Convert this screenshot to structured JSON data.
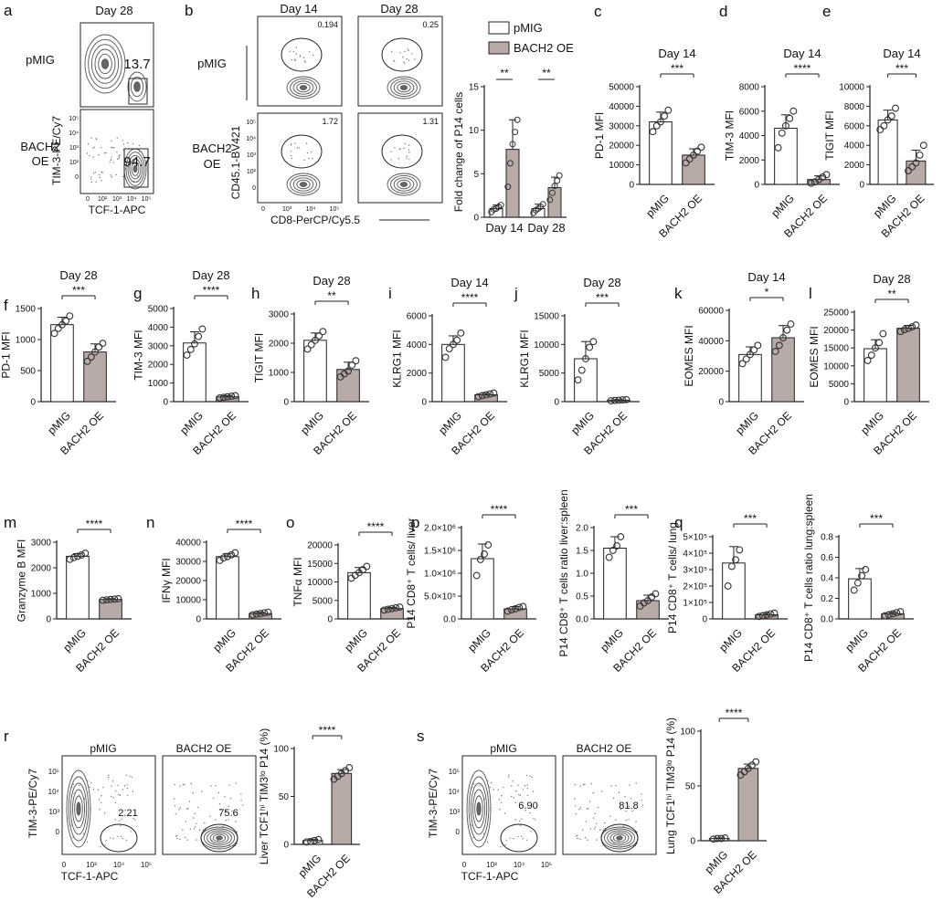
{
  "colors": {
    "pmig_fill": "#ffffff",
    "bach2_fill": "#b8aaa6",
    "axis": "#222222",
    "point_stroke": "#333333",
    "contour": "#555555"
  },
  "legend": {
    "items": [
      "pMIG",
      "BACH2 OE"
    ]
  },
  "flow": [
    {
      "panel": "a",
      "title": "Day 28",
      "rows": [
        "pMIG",
        "BACH2 OE"
      ],
      "ylabel": "TIM-3-PE/Cy7",
      "xlabel": "TCF-1-APC",
      "y_ticks": [
        "10⁵",
        "10⁴",
        "10³",
        "10²",
        "0"
      ],
      "x_ticks": [
        "0",
        "10²",
        "10³",
        "10⁴",
        "10⁵"
      ],
      "gate_values": [
        "13.7",
        "94.7"
      ]
    },
    {
      "panel": "b",
      "titles": [
        "Day 14",
        "Day 28"
      ],
      "rows": [
        "pMIG",
        "BACH2 OE"
      ],
      "ylabel": "CD45.1-BV421",
      "xlabel": "CD8-PerCP/Cy5.5",
      "y_ticks": [
        "10⁵",
        "10⁴",
        "10³",
        "10²",
        "0"
      ],
      "x_ticks": [
        "0",
        "10³",
        "10⁴",
        "10⁵"
      ],
      "gate_values": [
        "0.194",
        "0.25",
        "1.72",
        "1.31"
      ]
    },
    {
      "panel": "r",
      "headers": [
        "pMIG",
        "BACH2 OE"
      ],
      "ylabel": "TIM-3-PE/Cy7",
      "xlabel": "TCF-1-APC",
      "y_ticks": [
        "10⁵",
        "10⁴",
        "10³",
        "0"
      ],
      "x_ticks": [
        "0",
        "10³",
        "10⁴",
        "10⁵"
      ],
      "gate_values": [
        "2.21",
        "75.6"
      ]
    },
    {
      "panel": "s",
      "headers": [
        "pMIG",
        "BACH2 OE"
      ],
      "ylabel": "TIM-3-PE/Cy7",
      "xlabel": "TCF-1-APC",
      "y_ticks": [
        "10⁵",
        "10⁴",
        "10³",
        "0"
      ],
      "x_ticks": [
        "0",
        "10³",
        "10⁴",
        "10⁵"
      ],
      "gate_values": [
        "6.90",
        "81.8"
      ]
    }
  ],
  "chart_data": [
    {
      "panel": "b",
      "type": "bar",
      "categories": [
        "pMIG",
        "BACH2 OE"
      ],
      "groups": [
        "Day 14",
        "Day 28"
      ],
      "title": "",
      "ylabel": "Fold change of P14 cells",
      "ylim": [
        0,
        15
      ],
      "yticks": [
        0,
        5,
        10,
        15
      ],
      "ytick_labels": [
        "0",
        "5",
        "10",
        "15"
      ],
      "series": [
        {
          "name": "pMIG",
          "values": [
            1.0,
            1.0
          ],
          "sd": [
            0.4,
            0.5
          ],
          "points": [
            [
              0.6,
              0.9,
              1.0,
              1.2,
              1.4
            ],
            [
              0.5,
              0.8,
              1.0,
              1.2,
              1.5
            ]
          ]
        },
        {
          "name": "BACH2 OE",
          "values": [
            7.8,
            3.4
          ],
          "sd": [
            3.4,
            1.2
          ],
          "points": [
            [
              3.5,
              6.2,
              8.4,
              9.8,
              11.2
            ],
            [
              2.0,
              2.8,
              3.6,
              4.2,
              4.8
            ]
          ]
        }
      ],
      "significance": [
        "**",
        "**"
      ]
    },
    {
      "panel": "c",
      "type": "bar",
      "title": "Day 14",
      "ylabel": "PD-1 MFI",
      "categories": [
        "pMIG",
        "BACH2 OE"
      ],
      "values": [
        32000,
        15000
      ],
      "sd": [
        5000,
        3200
      ],
      "ylim": [
        0,
        50000
      ],
      "yticks": [
        0,
        10000,
        20000,
        30000,
        40000,
        50000
      ],
      "ytick_labels": [
        "0",
        "10000",
        "20000",
        "30000",
        "40000",
        "50000"
      ],
      "points": [
        [
          27000,
          30000,
          32000,
          35000,
          38000
        ],
        [
          11000,
          13000,
          15000,
          17000,
          19000
        ]
      ],
      "significance": "***"
    },
    {
      "panel": "d",
      "type": "bar",
      "title": "Day 14",
      "ylabel": "TIM-3 MFI",
      "categories": [
        "pMIG",
        "BACH2 OE"
      ],
      "values": [
        4600,
        400
      ],
      "sd": [
        1100,
        300
      ],
      "ylim": [
        0,
        8000
      ],
      "yticks": [
        0,
        2000,
        4000,
        6000,
        8000
      ],
      "ytick_labels": [
        "0",
        "2000",
        "4000",
        "6000",
        "8000"
      ],
      "points": [
        [
          3000,
          4200,
          4800,
          5400,
          6000
        ],
        [
          100,
          200,
          400,
          600,
          800
        ]
      ],
      "significance": "****"
    },
    {
      "panel": "e",
      "type": "bar",
      "title": "Day 14",
      "ylabel": "TIGIT MFI",
      "categories": [
        "pMIG",
        "BACH2 OE"
      ],
      "values": [
        6600,
        2400
      ],
      "sd": [
        1000,
        1100
      ],
      "ylim": [
        0,
        10000
      ],
      "yticks": [
        0,
        2000,
        4000,
        6000,
        8000,
        10000
      ],
      "ytick_labels": [
        "0",
        "2000",
        "4000",
        "6000",
        "8000",
        "10000"
      ],
      "points": [
        [
          5600,
          6000,
          6600,
          7000,
          7800
        ],
        [
          1400,
          1800,
          2200,
          3000,
          4000
        ]
      ],
      "significance": "***"
    },
    {
      "panel": "f",
      "type": "bar",
      "title": "Day 28",
      "ylabel": "PD-1 MFI",
      "categories": [
        "pMIG",
        "BACH2 OE"
      ],
      "values": [
        1240,
        800
      ],
      "sd": [
        120,
        130
      ],
      "ylim": [
        0,
        1500
      ],
      "yticks": [
        0,
        500,
        1000,
        1500
      ],
      "ytick_labels": [
        "0",
        "500",
        "1000",
        "1500"
      ],
      "points": [
        [
          1100,
          1180,
          1240,
          1300,
          1380
        ],
        [
          650,
          720,
          800,
          880,
          940
        ]
      ],
      "significance": "***"
    },
    {
      "panel": "g",
      "type": "bar",
      "title": "Day 28",
      "ylabel": "TIM-3 MFI",
      "categories": [
        "pMIG",
        "BACH2 OE"
      ],
      "values": [
        3150,
        260
      ],
      "sd": [
        600,
        60
      ],
      "ylim": [
        0,
        5000
      ],
      "yticks": [
        0,
        1000,
        2000,
        3000,
        4000,
        5000
      ],
      "ytick_labels": [
        "0",
        "1000",
        "2000",
        "3000",
        "4000",
        "5000"
      ],
      "points": [
        [
          2500,
          2800,
          3100,
          3500,
          3900
        ],
        [
          200,
          230,
          260,
          290,
          320
        ]
      ],
      "significance": "****"
    },
    {
      "panel": "h",
      "type": "bar",
      "title": "Day 28",
      "ylabel": "TIGIT MFI",
      "categories": [
        "pMIG",
        "BACH2 OE"
      ],
      "values": [
        2100,
        1100
      ],
      "sd": [
        250,
        250
      ],
      "ylim": [
        0,
        3000
      ],
      "yticks": [
        0,
        1000,
        2000,
        3000
      ],
      "ytick_labels": [
        "0",
        "1000",
        "2000",
        "3000"
      ],
      "points": [
        [
          1800,
          1950,
          2100,
          2250,
          2400
        ],
        [
          850,
          950,
          1050,
          1250,
          1400
        ]
      ],
      "significance": "**"
    },
    {
      "panel": "i",
      "type": "bar",
      "title": "Day 14",
      "ylabel": "KLRG1 MFI",
      "categories": [
        "pMIG",
        "BACH2 OE"
      ],
      "values": [
        4000,
        480
      ],
      "sd": [
        600,
        100
      ],
      "ylim": [
        0,
        6000
      ],
      "yticks": [
        0,
        2000,
        4000,
        6000
      ],
      "ytick_labels": [
        "0",
        "2000",
        "4000",
        "6000"
      ],
      "points": [
        [
          3100,
          3700,
          4000,
          4300,
          4800
        ],
        [
          350,
          420,
          480,
          540,
          600
        ]
      ],
      "significance": "****"
    },
    {
      "panel": "j",
      "type": "bar",
      "title": "Day 28",
      "ylabel": "KLRG1 MFI",
      "categories": [
        "pMIG",
        "BACH2 OE"
      ],
      "values": [
        7500,
        250
      ],
      "sd": [
        3000,
        100
      ],
      "ylim": [
        0,
        15000
      ],
      "yticks": [
        0,
        5000,
        10000,
        15000
      ],
      "ytick_labels": [
        "0",
        "5000",
        "10000",
        "15000"
      ],
      "points": [
        [
          3800,
          5500,
          7500,
          9500,
          10500
        ],
        [
          150,
          200,
          250,
          300,
          350
        ]
      ],
      "significance": "***"
    },
    {
      "panel": "k",
      "type": "bar",
      "title": "Day 14",
      "ylabel": "EOMES MFI",
      "categories": [
        "pMIG",
        "BACH2 OE"
      ],
      "values": [
        31000,
        42000
      ],
      "sd": [
        5000,
        8000
      ],
      "ylim": [
        0,
        60000
      ],
      "yticks": [
        0,
        20000,
        40000,
        60000
      ],
      "ytick_labels": [
        "0",
        "20000",
        "40000",
        "60000"
      ],
      "points": [
        [
          25000,
          28000,
          31000,
          34000,
          37000
        ],
        [
          33000,
          37000,
          42000,
          47000,
          51000
        ]
      ],
      "significance": "*"
    },
    {
      "panel": "l",
      "type": "bar",
      "title": "Day 28",
      "ylabel": "EOMES MFI",
      "categories": [
        "pMIG",
        "BACH2 OE"
      ],
      "values": [
        14800,
        20500
      ],
      "sd": [
        2500,
        800
      ],
      "ylim": [
        0,
        25000
      ],
      "yticks": [
        0,
        5000,
        10000,
        15000,
        20000,
        25000
      ],
      "ytick_labels": [
        "0",
        "5000",
        "10000",
        "15000",
        "20000",
        "25000"
      ],
      "points": [
        [
          11500,
          13000,
          15000,
          16500,
          19000
        ],
        [
          19600,
          20100,
          20500,
          20900,
          21400
        ]
      ],
      "significance": "**"
    },
    {
      "panel": "m",
      "type": "bar",
      "title": "",
      "ylabel": "Granzyme B MFI",
      "categories": [
        "pMIG",
        "BACH2 OE"
      ],
      "values": [
        2450,
        760
      ],
      "sd": [
        100,
        30
      ],
      "ylim": [
        0,
        3000
      ],
      "yticks": [
        0,
        1000,
        2000,
        3000
      ],
      "ytick_labels": [
        "0",
        "1000",
        "2000",
        "3000"
      ],
      "points": [
        [
          2330,
          2400,
          2450,
          2500,
          2570
        ],
        [
          730,
          745,
          760,
          775,
          790
        ]
      ],
      "significance": "****"
    },
    {
      "panel": "n",
      "type": "bar",
      "title": "",
      "ylabel": "IFNγ MFI",
      "categories": [
        "pMIG",
        "BACH2 OE"
      ],
      "values": [
        32500,
        2800
      ],
      "sd": [
        1600,
        600
      ],
      "ylim": [
        0,
        40000
      ],
      "yticks": [
        0,
        10000,
        20000,
        30000,
        40000
      ],
      "ytick_labels": [
        "0",
        "10000",
        "20000",
        "30000",
        "40000"
      ],
      "points": [
        [
          30500,
          31800,
          32500,
          33400,
          34500
        ],
        [
          2100,
          2500,
          2800,
          3200,
          3500
        ]
      ],
      "significance": "****"
    },
    {
      "panel": "o",
      "type": "bar",
      "title": "",
      "ylabel": "TNFα MFI",
      "categories": [
        "pMIG",
        "BACH2 OE"
      ],
      "values": [
        12500,
        2800
      ],
      "sd": [
        1400,
        300
      ],
      "ylim": [
        0,
        20000
      ],
      "yticks": [
        0,
        5000,
        10000,
        15000,
        20000
      ],
      "ytick_labels": [
        "0",
        "5000",
        "10000",
        "15000",
        "20000"
      ],
      "points": [
        [
          11000,
          11800,
          12500,
          13300,
          14200
        ],
        [
          2400,
          2600,
          2800,
          3000,
          3200
        ]
      ],
      "significance": "****"
    },
    {
      "panel": "p",
      "type": "bar",
      "title": "",
      "ylabel": "P14 CD8⁺ T cells/ liver",
      "categories": [
        "pMIG",
        "BACH2 OE"
      ],
      "values": [
        1320000,
        220000
      ],
      "sd": [
        320000,
        50000
      ],
      "ylim": [
        0,
        2000000
      ],
      "yticks": [
        0,
        500000,
        1000000,
        1500000,
        2000000
      ],
      "ytick_labels": [
        "0.0",
        "5.0×10⁵",
        "1.0×10⁶",
        "1.5×10⁶",
        "2.0×10⁶"
      ],
      "points": [
        [
          950000,
          1300000,
          1420000,
          1620000
        ],
        [
          170000,
          200000,
          220000,
          250000,
          270000
        ]
      ],
      "significance": "****"
    },
    {
      "panel": "p2",
      "type": "bar",
      "title": "",
      "ylabel": "P14 CD8⁺ T cells ratio liver:spleen",
      "categories": [
        "pMIG",
        "BACH2 OE"
      ],
      "values": [
        1.55,
        0.4
      ],
      "sd": [
        0.25,
        0.12
      ],
      "ylim": [
        0,
        2.0
      ],
      "yticks": [
        0,
        0.5,
        1.0,
        1.5,
        2.0
      ],
      "ytick_labels": [
        "0.0",
        "0.5",
        "1.0",
        "1.5",
        "2.0"
      ],
      "points": [
        [
          1.35,
          1.5,
          1.6,
          1.8
        ],
        [
          0.28,
          0.35,
          0.4,
          0.48,
          0.55
        ]
      ],
      "significance": "***"
    },
    {
      "panel": "q",
      "type": "bar",
      "title": "",
      "ylabel": "P14 CD8⁺ T cells/ lung",
      "categories": [
        "pMIG",
        "BACH2 OE"
      ],
      "values": [
        340000,
        25000
      ],
      "sd": [
        100000,
        10000
      ],
      "ylim": [
        0,
        500000
      ],
      "yticks": [
        0,
        100000,
        200000,
        300000,
        400000,
        500000
      ],
      "ytick_labels": [
        "0",
        "1×10⁵",
        "2×10⁵",
        "3×10⁵",
        "4×10⁵",
        "5×10⁵"
      ],
      "points": [
        [
          200000,
          320000,
          360000,
          420000
        ],
        [
          15000,
          20000,
          25000,
          30000,
          35000
        ]
      ],
      "significance": "***"
    },
    {
      "panel": "q2",
      "type": "bar",
      "title": "",
      "ylabel": "P14 CD8⁺ T cells ratio lung:spleen",
      "categories": [
        "pMIG",
        "BACH2 OE"
      ],
      "values": [
        0.39,
        0.05
      ],
      "sd": [
        0.1,
        0.015
      ],
      "ylim": [
        0,
        0.8
      ],
      "yticks": [
        0,
        0.2,
        0.4,
        0.6,
        0.8
      ],
      "ytick_labels": [
        "0.0",
        "0.2",
        "0.4",
        "0.6",
        "0.8"
      ],
      "points": [
        [
          0.28,
          0.35,
          0.42,
          0.48
        ],
        [
          0.03,
          0.04,
          0.05,
          0.06,
          0.07
        ]
      ],
      "significance": "***"
    },
    {
      "panel": "r",
      "type": "bar",
      "title": "",
      "ylabel": "Liver TCF1ʰⁱ TIM3ˡᵒ P14 (%)",
      "categories": [
        "pMIG",
        "BACH2 OE"
      ],
      "values": [
        4,
        74
      ],
      "sd": [
        1,
        4
      ],
      "ylim": [
        0,
        100
      ],
      "yticks": [
        0,
        50,
        100
      ],
      "ytick_labels": [
        "0",
        "50",
        "100"
      ],
      "points": [
        [
          2.5,
          3,
          4,
          5
        ],
        [
          68,
          71,
          74,
          77,
          80
        ]
      ],
      "significance": "****"
    },
    {
      "panel": "s",
      "type": "bar",
      "title": "",
      "ylabel": "Lung TCF1ʰⁱ TIM3ˡᵒ P14 (%)",
      "categories": [
        "pMIG",
        "BACH2 OE"
      ],
      "values": [
        2,
        66
      ],
      "sd": [
        0.5,
        4
      ],
      "ylim": [
        0,
        100
      ],
      "yticks": [
        0,
        50,
        100
      ],
      "ytick_labels": [
        "0",
        "50",
        "100"
      ],
      "points": [
        [
          1.5,
          2,
          2,
          2.5
        ],
        [
          60,
          63,
          66,
          69,
          72
        ]
      ],
      "significance": "****"
    }
  ]
}
